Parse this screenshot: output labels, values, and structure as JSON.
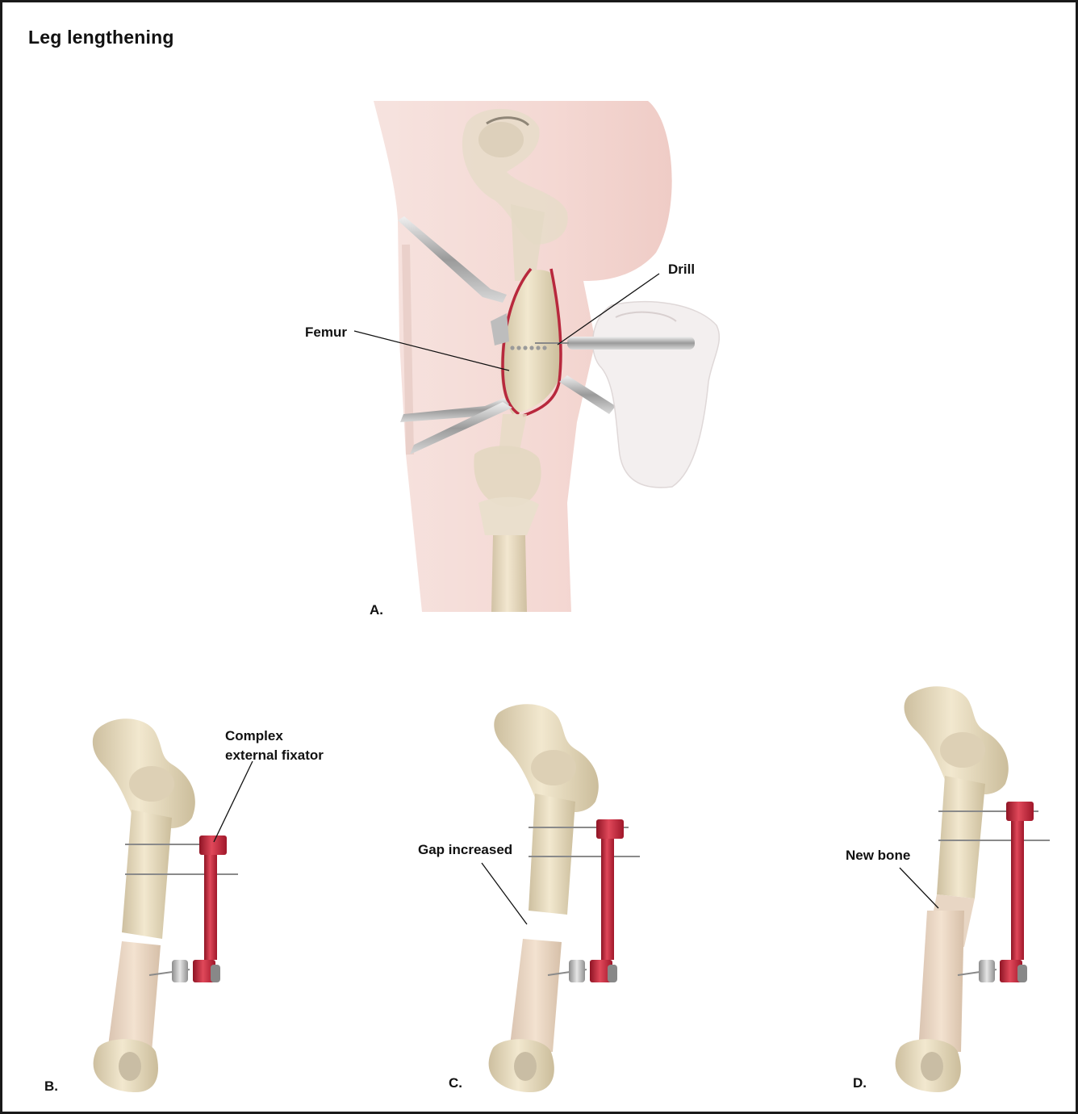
{
  "title": "Leg lengthening",
  "panels": {
    "a": "A.",
    "b": "B.",
    "c": "C.",
    "d": "D."
  },
  "labels": {
    "femur": "Femur",
    "drill": "Drill",
    "fixator_line1": "Complex",
    "fixator_line2": "external fixator",
    "gap": "Gap increased",
    "new_bone": "New bone"
  },
  "colors": {
    "skin": "#f3d9d4",
    "bone": "#e9dcc0",
    "fixator": "#c0283a",
    "retractor": "#b9b9b9"
  }
}
